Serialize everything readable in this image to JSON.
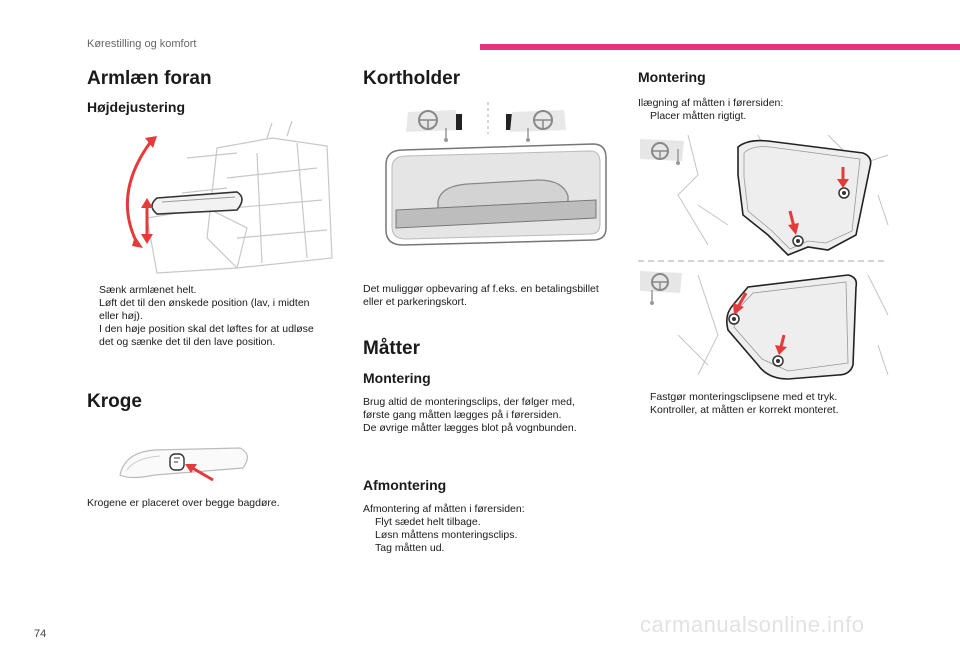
{
  "header": {
    "section": "Kørestilling og komfort",
    "accent": "#e8317f"
  },
  "armrest": {
    "title": "Armlæn foran",
    "subtitle": "Højdejustering",
    "bullets": [
      "Sænk armlænet helt.",
      "Løft det til den ønskede position (lav, i midten eller høj).",
      "I den høje position skal det løftes for at udløse det og sænke det til den lave position."
    ]
  },
  "hooks": {
    "title": "Kroge",
    "text": "Krogene er placeret over begge bagdøre."
  },
  "cardholder": {
    "title": "Kortholder",
    "text": "Det muliggør opbevaring af f.eks. en betalingsbillet eller et parkeringskort."
  },
  "mats": {
    "title": "Måtter",
    "mounting_title": "Montering",
    "mounting_text": [
      "Brug altid de monteringsclips, der følger med,",
      "første gang måtten lægges på i førersiden.",
      "De øvrige måtter lægges blot på vognbunden."
    ],
    "removal_title": "Afmontering",
    "removal_intro": "Afmontering af måtten i førersiden:",
    "removal_bullets": [
      "Flyt sædet helt tilbage.",
      "Løsn måttens monteringsclips.",
      "Tag måtten ud."
    ]
  },
  "mounting_right": {
    "title": "Montering",
    "intro": "Ilægning af måtten i førersiden:",
    "intro_bullet": "Placer måtten rigtigt.",
    "bullets": [
      "Fastgør monteringsclipsene med et tryk.",
      "Kontroller, at måtten er korrekt monteret."
    ]
  },
  "bullet_marker": "",
  "page_number": "74",
  "watermark": "carmanualsonline.info",
  "icons": [
    "steering-wheel-icon",
    "arrow-icon",
    "clip-icon"
  ]
}
